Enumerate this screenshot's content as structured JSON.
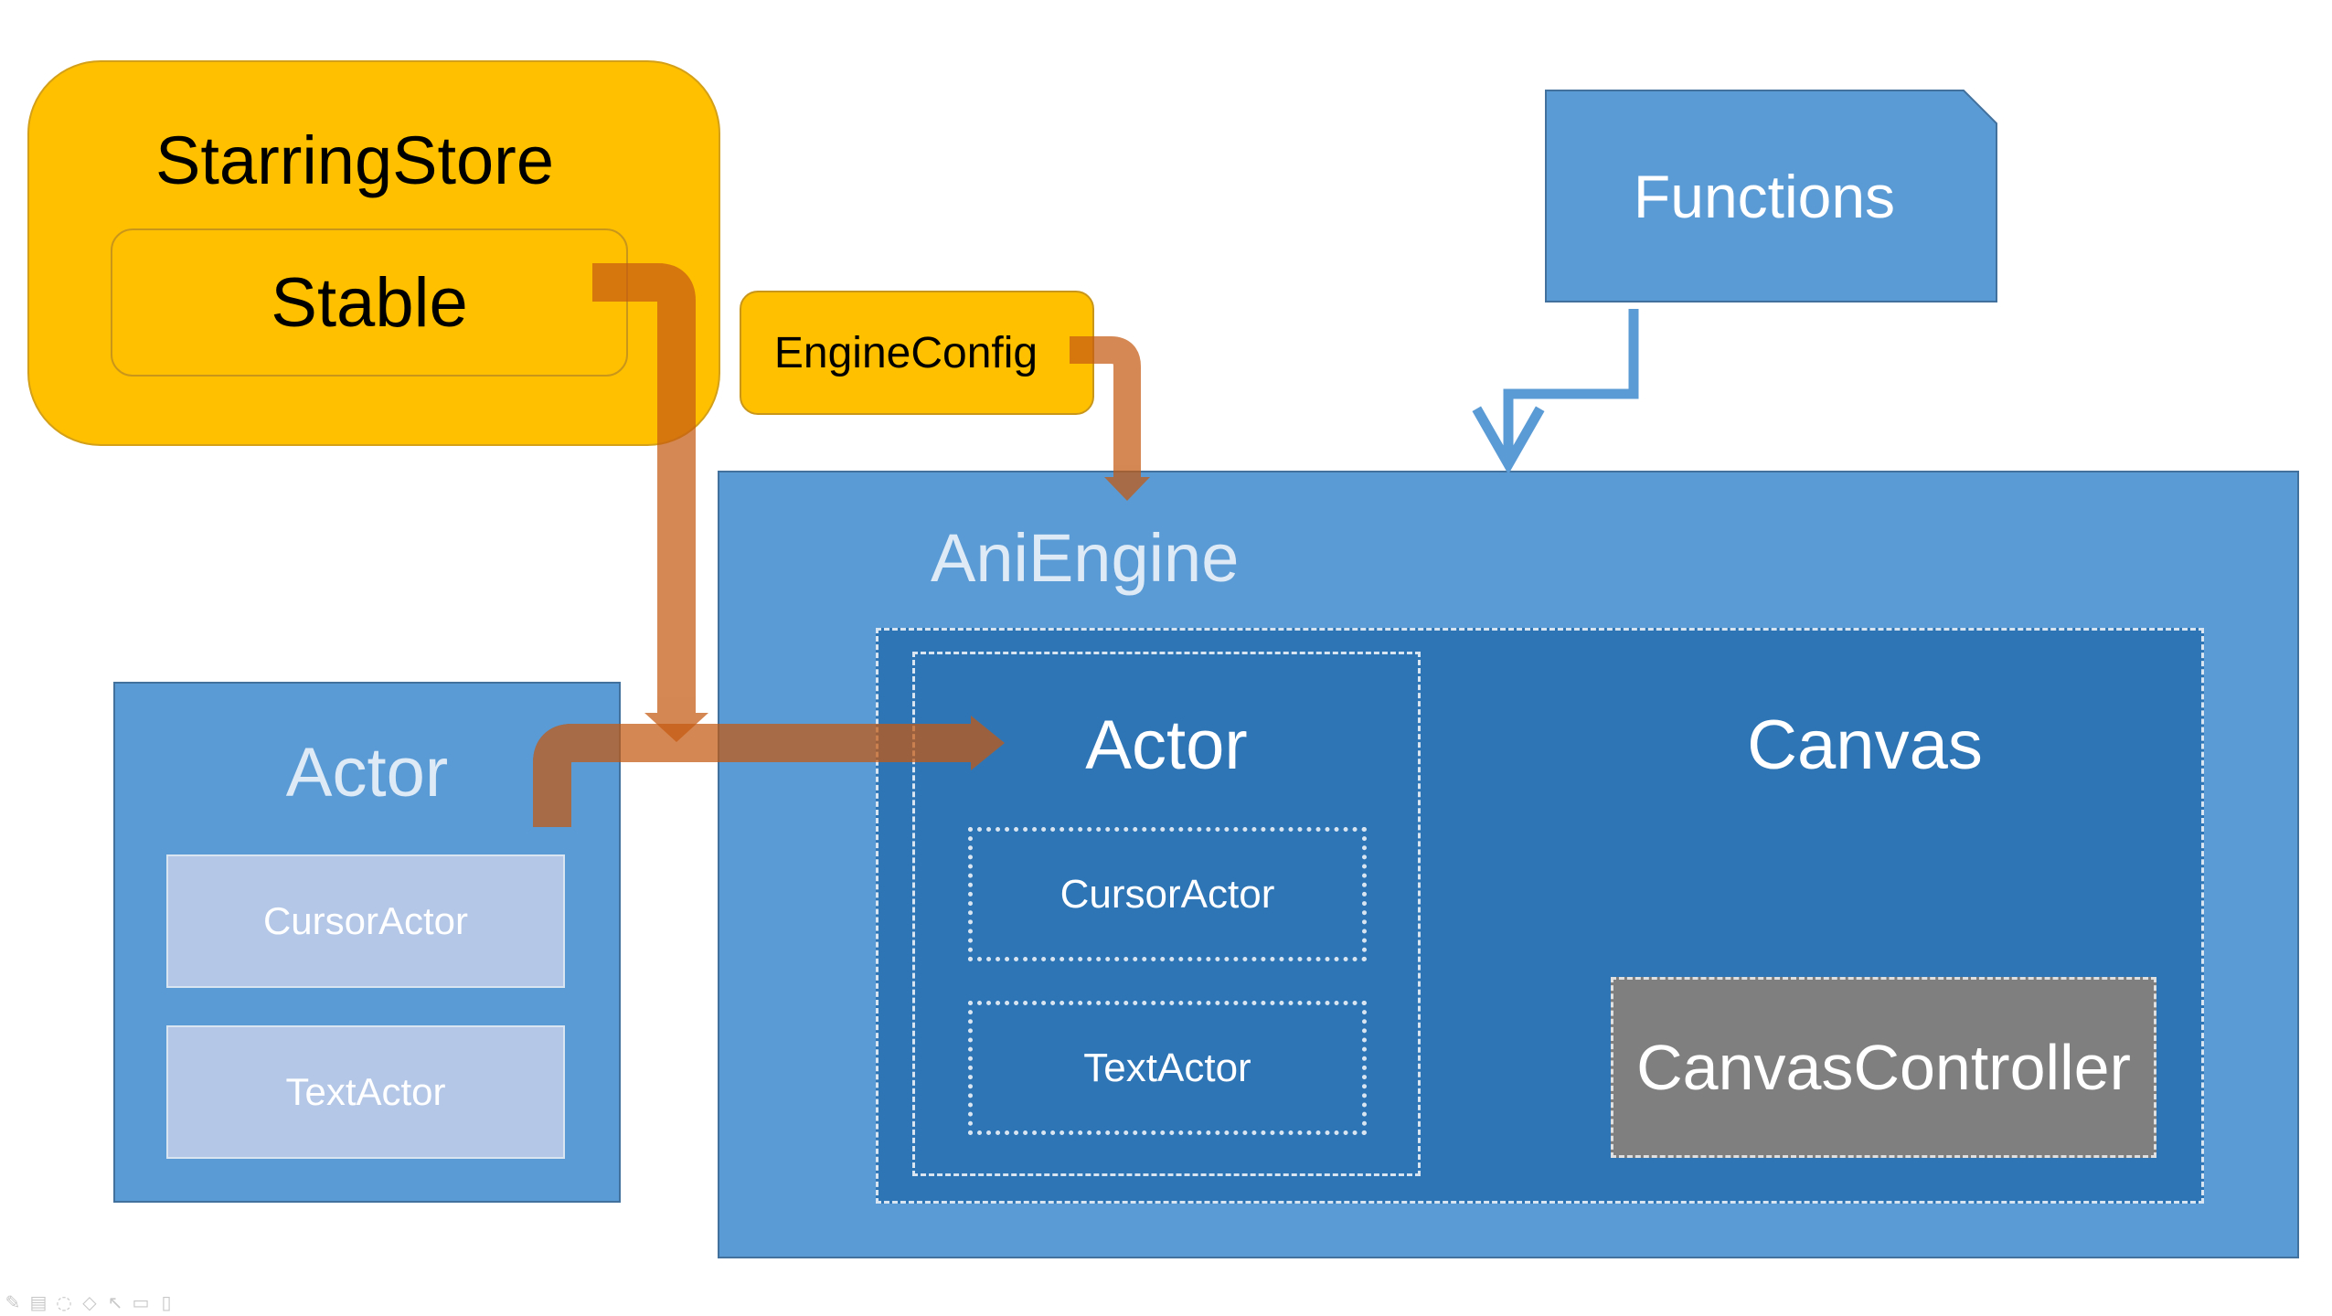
{
  "diagram": {
    "starring_store": {
      "title": "StarringStore",
      "stable_label": "Stable"
    },
    "engine_config": {
      "label": "EngineConfig"
    },
    "functions": {
      "label": "Functions"
    },
    "ani_engine": {
      "title": "AniEngine",
      "actor_label": "Actor",
      "cursor_actor_label": "CursorActor",
      "text_actor_label": "TextActor",
      "canvas_label": "Canvas",
      "canvas_controller_label": "CanvasController"
    },
    "external_actor": {
      "title": "Actor",
      "cursor_actor_label": "CursorActor",
      "text_actor_label": "TextActor"
    }
  },
  "toolbar": {
    "icons": [
      "pen-icon",
      "subtitles-icon",
      "lasso-icon",
      "eraser-icon",
      "pointer-icon",
      "camera-icon",
      "mouse-icon"
    ]
  },
  "colors": {
    "gold": "#FFC000",
    "light_blue": "#5B9BD5",
    "dark_blue": "#2E75B6",
    "pale_blue": "#B4C7E7",
    "gray": "#7F7F7F",
    "arrow_orange": "#C55A11"
  }
}
